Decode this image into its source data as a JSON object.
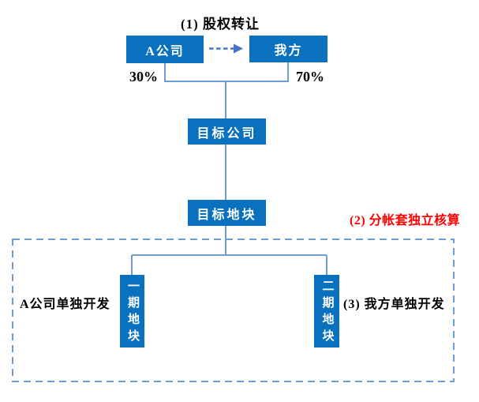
{
  "colors": {
    "node_fill": "#0971BD",
    "node_text": "#FFFFFF",
    "connector": "#6D9BD3",
    "arrow": "#4472C4",
    "dashed_border": "#6D9BD3",
    "note_red": "#FF0000",
    "text_black": "#000000",
    "background": "#FFFFFF"
  },
  "header": {
    "step1_label": "(1) 股权转让"
  },
  "top": {
    "company_a": "A公司",
    "our_side": "我方",
    "share_company_a": "30%",
    "share_our_side": "70%"
  },
  "middle": {
    "target_company": "目标公司",
    "target_land": "目标地块",
    "step2_note": "(2) 分帐套独立核算"
  },
  "bottom": {
    "left_note": "A公司单独开发",
    "phase1_land": "一期地块",
    "phase2_land": "二期地块",
    "right_note": "(3) 我方单独开发"
  }
}
